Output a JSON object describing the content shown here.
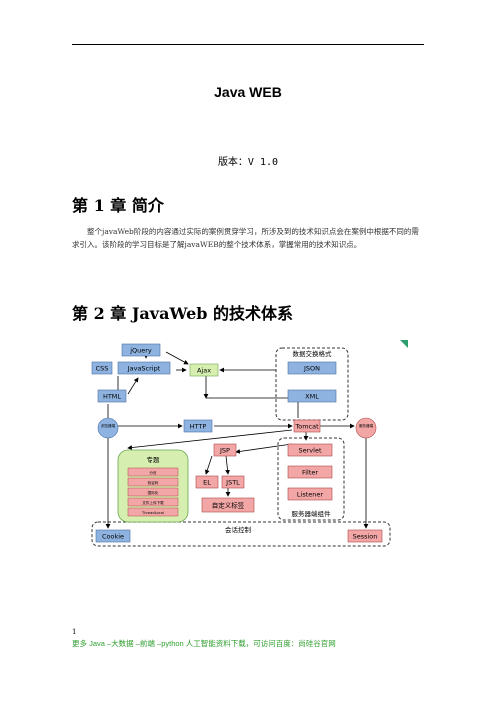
{
  "document": {
    "title": "Java WEB",
    "version": "版本：V 1.0"
  },
  "chapter1": {
    "heading": "第 1 章  简介",
    "paragraph": "整个javaWeb阶段的内容通过实际的案例贯穿学习，所涉及到的技术知识点会在案例中根据不同的需求引入。该阶段的学习目标是了解javaWEB的整个技术体系，掌握常用的技术知识点。"
  },
  "chapter2": {
    "heading": "第 2 章  JavaWeb 的技术体系"
  },
  "diagram": {
    "labels": {
      "jquery": "jQuery",
      "css": "CSS",
      "javascript": "JavaScript",
      "ajax": "Ajax",
      "html": "HTML",
      "http": "HTTP",
      "browser": "浏览器端",
      "server": "服务器端",
      "data_formats": "数据交换格式",
      "json": "JSON",
      "xml": "XML",
      "tomcat": "Tomcat",
      "servlet": "Servlet",
      "filter": "Filter",
      "listener": "Listener",
      "server_components": "服务器端组件",
      "jsp": "JSP",
      "el": "EL",
      "jstl": "JSTL",
      "custom_tags": "自定义标签",
      "topics": "专题",
      "topic_items": [
        "分页",
        "验证码",
        "国际化",
        "文件上传下载",
        "ThreadLocal"
      ],
      "cookie": "Cookie",
      "session": "Session",
      "session_control": "会话控制"
    },
    "colors": {
      "blue": "#8fb3e0",
      "red": "#f2a6a6",
      "green": "#d6efb0",
      "arrow": "#000000"
    }
  },
  "footer": {
    "page_number": "1",
    "text": "更多 Java –大数据 –前端 –python 人工智能资料下载，可访问百度：尚硅谷官网"
  }
}
